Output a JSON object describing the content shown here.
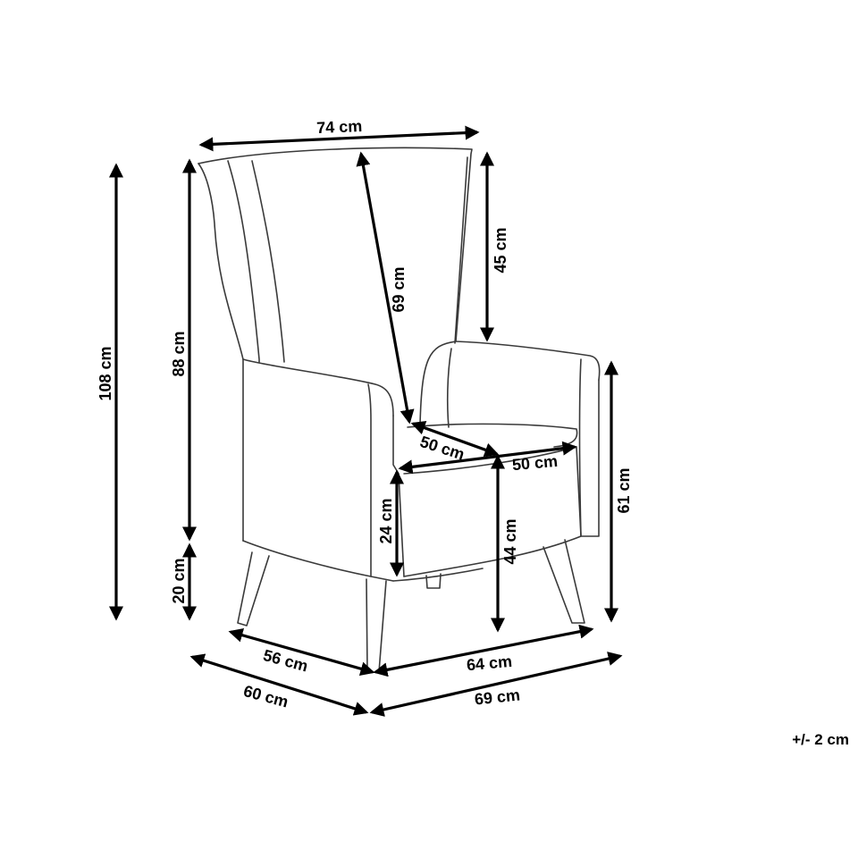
{
  "dimensions": {
    "top_width": "74 cm",
    "backrest_diagonal": "69 cm",
    "wing_height": "45 cm",
    "total_height": "108 cm",
    "back_height": "88 cm",
    "leg_height": "20 cm",
    "seat_depth": "50 cm",
    "seat_width": "50 cm",
    "armrest_height": "61 cm",
    "cushion_height": "24 cm",
    "seat_height": "44 cm",
    "base_depth": "56 cm",
    "base_width": "64 cm",
    "total_depth": "60 cm",
    "total_width": "69 cm"
  },
  "tolerance": "+/- 2 cm"
}
